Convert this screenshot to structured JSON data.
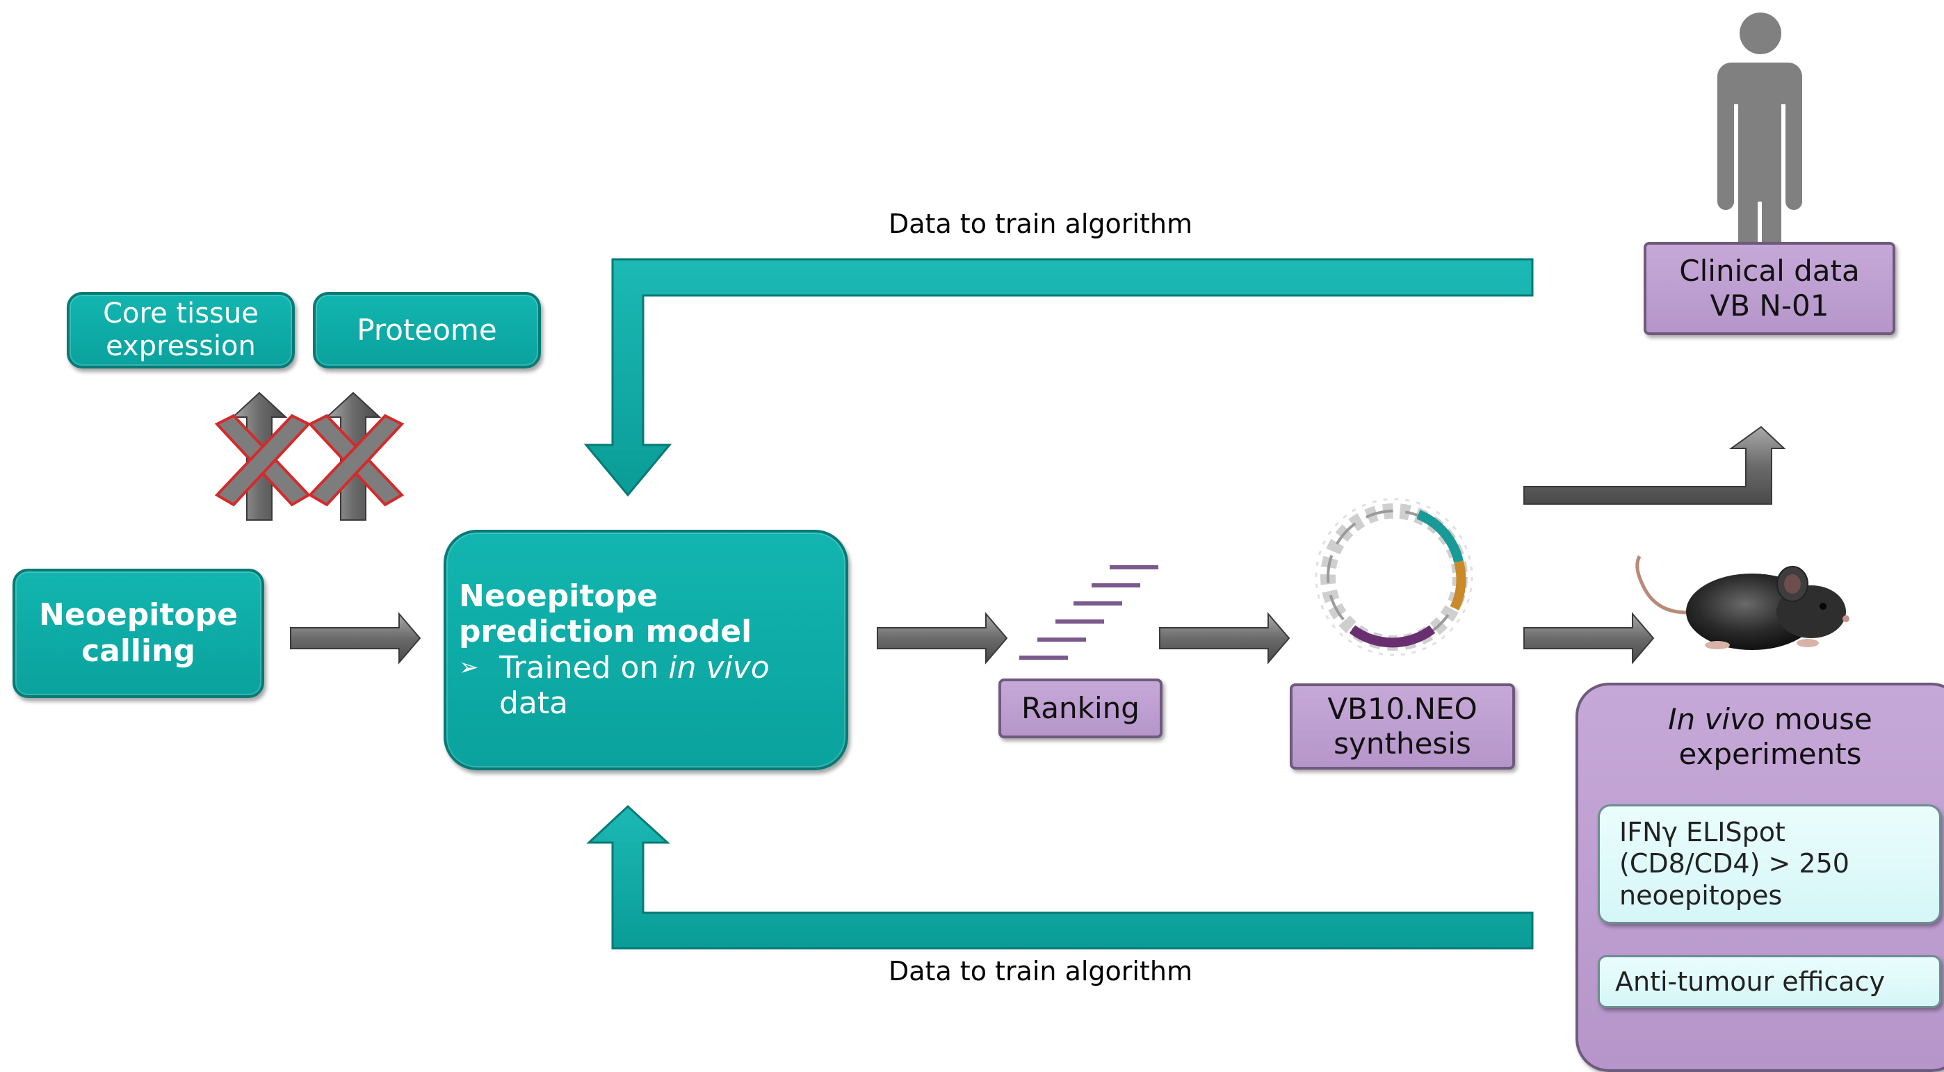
{
  "inputs": {
    "core_tissue": "Core tissue expression",
    "proteome": "Proteome",
    "neoepitope_calling": "Neoepitope calling"
  },
  "model": {
    "title": "Neoepitope prediction model",
    "bullet_mark": "➢",
    "bullet_text_1": "Trained on ",
    "bullet_italic": "in vivo",
    "bullet_text_2": " data"
  },
  "ranking": {
    "label": "Ranking"
  },
  "synthesis": {
    "label": "VB10.NEO synthesis"
  },
  "clinical": {
    "label": "Clinical data VB N-01"
  },
  "mouse_panel": {
    "title_italic": "In vivo",
    "title_rest": " mouse experiments",
    "elispot": "IFNγ ELISpot (CD8/CD4) > 250 neoepitopes",
    "efficacy": "Anti-tumour efficacy"
  },
  "feedback": {
    "top_label": "Data to train algorithm",
    "bottom_label": "Data to train algorithm"
  },
  "colors": {
    "teal": "#0aa29d",
    "teal_border": "#077a76",
    "purple": "#b696ca",
    "purple_border": "#6e5a7c",
    "gray_arrow": "#7a7a7a",
    "cross_red": "#d42a2a"
  },
  "icons": [
    "person-icon",
    "mouse-image",
    "dna-plasmid-icon",
    "ranking-bars-icon",
    "excluded-cross-icon"
  ]
}
